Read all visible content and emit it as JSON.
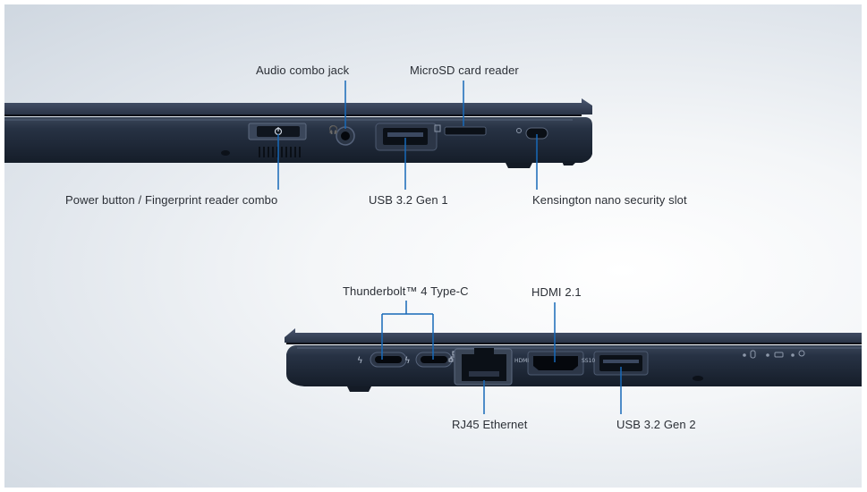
{
  "top_view": {
    "labels": {
      "audio": "Audio combo jack",
      "microsd": "MicroSD card reader",
      "power": "Power button / Fingerprint reader combo",
      "usb32gen1": "USB 3.2 Gen 1",
      "kensington": "Kensington nano security slot"
    }
  },
  "bottom_view": {
    "labels": {
      "thunderbolt": "Thunderbolt™ 4 Type-C",
      "hdmi": "HDMI 2.1",
      "rj45": "RJ45 Ethernet",
      "usb32gen2": "USB 3.2 Gen 2"
    },
    "port_marks": {
      "hdmi_mark": "HDMI",
      "ss10_mark": "SS10"
    }
  },
  "colors": {
    "chassis": "#1f2a3a",
    "chassis_top": "#2e3a4c",
    "port": "#0e141d",
    "callout_line": "#1769b8"
  }
}
